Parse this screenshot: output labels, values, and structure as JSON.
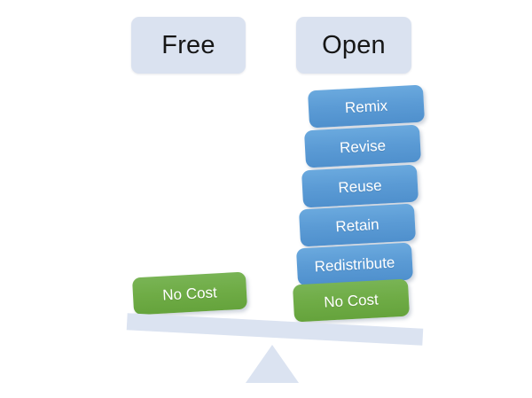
{
  "diagram": {
    "title": "Free vs Open balance scale",
    "headers": [
      {
        "id": "free",
        "label": "Free"
      },
      {
        "id": "open",
        "label": "Open"
      }
    ],
    "left_pan": {
      "column_header": "Free",
      "items": [
        {
          "label": "No Cost",
          "color": "#6fac46",
          "type": "green"
        }
      ]
    },
    "right_pan": {
      "column_header": "Open",
      "items": [
        {
          "label": "Remix",
          "color": "#5b9bd5",
          "type": "blue"
        },
        {
          "label": "Revise",
          "color": "#5b9bd5",
          "type": "blue"
        },
        {
          "label": "Reuse",
          "color": "#5b9bd5",
          "type": "blue"
        },
        {
          "label": "Retain",
          "color": "#5b9bd5",
          "type": "blue"
        },
        {
          "label": "Redistribute",
          "color": "#5b9bd5",
          "type": "blue"
        },
        {
          "label": "No Cost",
          "color": "#6fac46",
          "type": "green"
        }
      ]
    },
    "balance": {
      "beam_name": "balance-beam",
      "fulcrum_name": "fulcrum-triangle",
      "tilt_degrees": 3,
      "heavier_side": "right",
      "beam_color": "#dbe3f1",
      "fulcrum_color": "#dbe3f1"
    },
    "colors": {
      "header_box": "#dae2f0",
      "blue": "#5b9bd5",
      "green": "#6fac46",
      "beam": "#dbe3f1",
      "background": "#ffffff",
      "header_text": "#161616",
      "box_text": "#ffffff"
    }
  }
}
